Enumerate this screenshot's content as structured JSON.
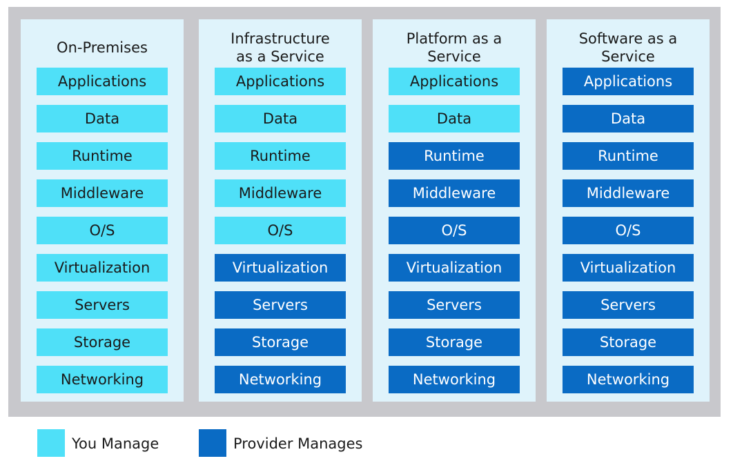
{
  "colors": {
    "you_manage": "#4fe0f8",
    "provider_manages": "#0a6bc4",
    "column_background": "#dff3fb",
    "frame": "#c8c8cc"
  },
  "columns": [
    {
      "title": "On-Premises",
      "layers": [
        {
          "label": "Applications",
          "managed_by": "you"
        },
        {
          "label": "Data",
          "managed_by": "you"
        },
        {
          "label": "Runtime",
          "managed_by": "you"
        },
        {
          "label": "Middleware",
          "managed_by": "you"
        },
        {
          "label": "O/S",
          "managed_by": "you"
        },
        {
          "label": "Virtualization",
          "managed_by": "you"
        },
        {
          "label": "Servers",
          "managed_by": "you"
        },
        {
          "label": "Storage",
          "managed_by": "you"
        },
        {
          "label": "Networking",
          "managed_by": "you"
        }
      ]
    },
    {
      "title": "Infrastructure\nas a Service",
      "layers": [
        {
          "label": "Applications",
          "managed_by": "you"
        },
        {
          "label": "Data",
          "managed_by": "you"
        },
        {
          "label": "Runtime",
          "managed_by": "you"
        },
        {
          "label": "Middleware",
          "managed_by": "you"
        },
        {
          "label": "O/S",
          "managed_by": "you"
        },
        {
          "label": "Virtualization",
          "managed_by": "provider"
        },
        {
          "label": "Servers",
          "managed_by": "provider"
        },
        {
          "label": "Storage",
          "managed_by": "provider"
        },
        {
          "label": "Networking",
          "managed_by": "provider"
        }
      ]
    },
    {
      "title": "Platform as a\nService",
      "layers": [
        {
          "label": "Applications",
          "managed_by": "you"
        },
        {
          "label": "Data",
          "managed_by": "you"
        },
        {
          "label": "Runtime",
          "managed_by": "provider"
        },
        {
          "label": "Middleware",
          "managed_by": "provider"
        },
        {
          "label": "O/S",
          "managed_by": "provider"
        },
        {
          "label": "Virtualization",
          "managed_by": "provider"
        },
        {
          "label": "Servers",
          "managed_by": "provider"
        },
        {
          "label": "Storage",
          "managed_by": "provider"
        },
        {
          "label": "Networking",
          "managed_by": "provider"
        }
      ]
    },
    {
      "title": "Software as a\nService",
      "layers": [
        {
          "label": "Applications",
          "managed_by": "provider"
        },
        {
          "label": "Data",
          "managed_by": "provider"
        },
        {
          "label": "Runtime",
          "managed_by": "provider"
        },
        {
          "label": "Middleware",
          "managed_by": "provider"
        },
        {
          "label": "O/S",
          "managed_by": "provider"
        },
        {
          "label": "Virtualization",
          "managed_by": "provider"
        },
        {
          "label": "Servers",
          "managed_by": "provider"
        },
        {
          "label": "Storage",
          "managed_by": "provider"
        },
        {
          "label": "Networking",
          "managed_by": "provider"
        }
      ]
    }
  ],
  "legend": {
    "you_manage_label": "You Manage",
    "provider_manages_label": "Provider Manages"
  }
}
